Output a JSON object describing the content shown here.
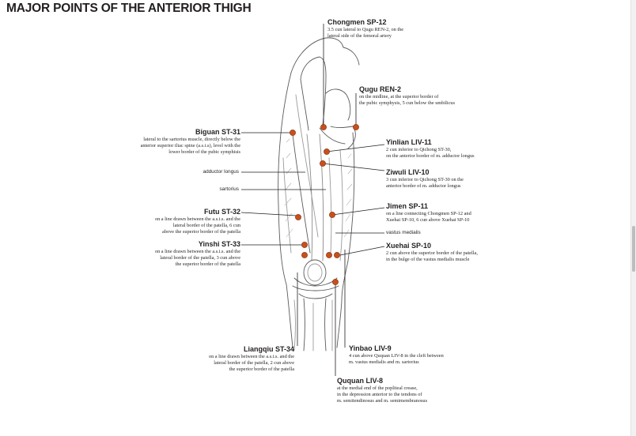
{
  "title": "MAJOR POINTS OF THE ANTERIOR THIGH",
  "colors": {
    "point": "#c7501b",
    "leader": "#231f20",
    "bone": "#555555",
    "text": "#231f20"
  },
  "points": [
    {
      "name": "Chongmen SP-12",
      "desc": [
        "3.5 cun lateral to Qugu REN-2, on the",
        "lateral side of the femoral artery"
      ]
    },
    {
      "name": "Qugu REN-2",
      "desc": [
        "on the midline, at the superior border of",
        "the pubic symphysis, 5 cun below the umbilicus"
      ]
    },
    {
      "name": "Biguan ST-31",
      "desc": [
        "lateral to the sartorius muscle, directly below the",
        "anterior superior iliac spine (a.s.i.s), level with the",
        "lower border of the pubic symphisis"
      ]
    },
    {
      "name": "Yinlian LIV-11",
      "desc": [
        "2 cun inferior to Qichong ST-30,",
        " on the anterior border of m. adductor longus"
      ]
    },
    {
      "name": "Ziwuli LIV-10",
      "desc": [
        "3 cun inferior to Qichong ST-30 on the",
        "anterior border of m. adductor longus"
      ]
    },
    {
      "name": "Jimen SP-11",
      "desc": [
        "on a line connecting Chongmen SP-12 and",
        "Xuehai SP-10, 6 cun above Xuehai SP-10"
      ]
    },
    {
      "name": "Futu ST-32",
      "desc": [
        "on a line drawn between the a.s.i.s. and the",
        "lateral border of the patella, 6 cun",
        "above the superior border of the patella"
      ]
    },
    {
      "name": "Xuehai SP-10",
      "desc": [
        "2 cun above the superior border of the patella,",
        "in the bulge of the vastus medialis muscle"
      ]
    },
    {
      "name": "Yinshi ST-33",
      "desc": [
        "on a line drawn between the a.s.i.s. and the",
        "lateral border of the patella, 3 cun above",
        "the superior border of the patella"
      ]
    },
    {
      "name": "Liangqiu ST-34",
      "desc": [
        "on a line drawn between the a.s.i.s. and the",
        "lateral border of the patella, 2 cun above",
        "the superior border of the patella"
      ]
    },
    {
      "name": "Yinbao LIV-9",
      "desc": [
        "4 cun above Ququan LIV-8 in the cleft between",
        "m. vastus medialis and m. sartorius"
      ]
    },
    {
      "name": "Ququan LIV-8",
      "desc": [
        "at the medial end of the popliteal crease,",
        "in the depression anterior to the tendons of",
        "m. semitendinosus and m. semimembranosus"
      ]
    }
  ],
  "muscles": {
    "adductor_longus": "adductor longus",
    "sartorius": "sartorius",
    "vastus_medialis": "vastus medialis"
  }
}
